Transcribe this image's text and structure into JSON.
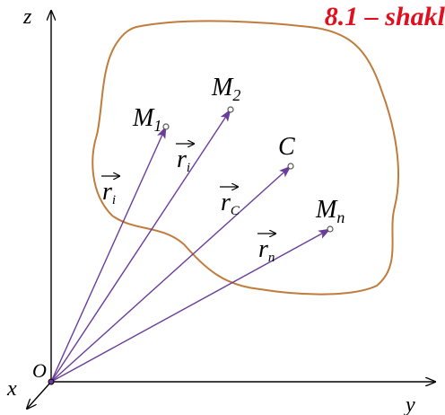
{
  "caption": "8.1 – shakl",
  "colors": {
    "caption": "#e0101e",
    "axis": "#000000",
    "vector": "#6a3d9a",
    "body_contour": "#c07c3c",
    "point": "#555555"
  },
  "axes": {
    "z": "z",
    "x": "x",
    "y": "y",
    "origin": "O"
  },
  "points": {
    "m1": {
      "name": "M",
      "sub": "1"
    },
    "m2": {
      "name": "M",
      "sub": "2"
    },
    "c": {
      "name": "C",
      "sub": ""
    },
    "mn": {
      "name": "M",
      "sub": "n"
    }
  },
  "vectors": {
    "r_left": {
      "name": "r",
      "sub": "i"
    },
    "r_i": {
      "name": "r",
      "sub": "i"
    },
    "r_c": {
      "name": "r",
      "sub": "C"
    },
    "r_n": {
      "name": "r",
      "sub": "n"
    }
  },
  "icons": {
    "vector_arrow": "right-arrow-over-letter"
  }
}
